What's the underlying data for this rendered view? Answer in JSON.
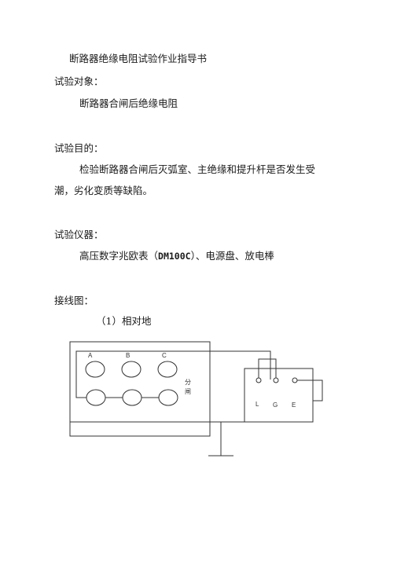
{
  "document": {
    "title": "断路器绝缘电阻试验作业指导书",
    "sections": [
      {
        "heading": "试验对象：",
        "body": "断路器合闸后绝缘电阻"
      },
      {
        "heading": "试验目的：",
        "body_line1": "检验断路器合闸后灭弧室、主绝缘和提升杆是否发生受",
        "body_line2": "潮，劣化变质等缺陷。"
      },
      {
        "heading": "试验仪器：",
        "body_prefix": "高压数字兆欧表（",
        "body_model": "DM100C",
        "body_suffix": "）、电源盘、放电棒"
      },
      {
        "heading": "接线图："
      }
    ],
    "sub_item": {
      "number": "（1）",
      "label": "相对地"
    }
  },
  "diagram": {
    "phase_labels": [
      "A",
      "B",
      "C"
    ],
    "switch_label_1": "分",
    "switch_label_2": "闸",
    "terminal_labels": [
      "L",
      "G",
      "E"
    ]
  }
}
